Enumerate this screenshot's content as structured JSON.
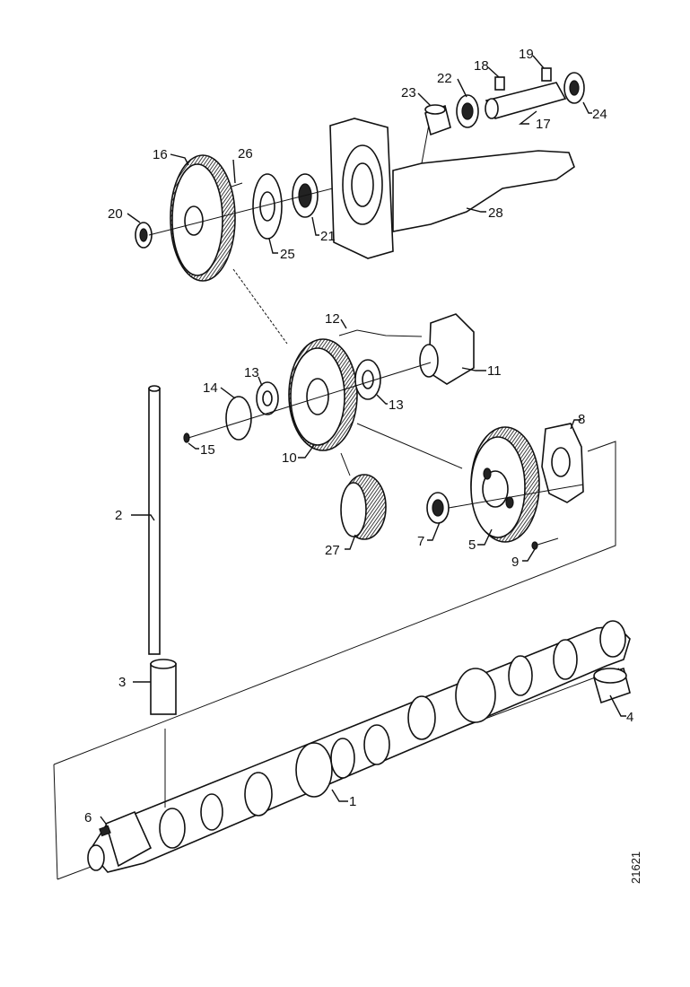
{
  "drawing": {
    "code": "21621",
    "parts": [
      {
        "id": "p1",
        "number": "1"
      },
      {
        "id": "p2",
        "number": "2"
      },
      {
        "id": "p3",
        "number": "3"
      },
      {
        "id": "p4",
        "number": "4"
      },
      {
        "id": "p5",
        "number": "5"
      },
      {
        "id": "p6",
        "number": "6"
      },
      {
        "id": "p7",
        "number": "7"
      },
      {
        "id": "p8",
        "number": "8"
      },
      {
        "id": "p9",
        "number": "9"
      },
      {
        "id": "p10",
        "number": "10"
      },
      {
        "id": "p11",
        "number": "11"
      },
      {
        "id": "p12",
        "number": "12"
      },
      {
        "id": "p13a",
        "number": "13"
      },
      {
        "id": "p13b",
        "number": "13"
      },
      {
        "id": "p14",
        "number": "14"
      },
      {
        "id": "p15",
        "number": "15"
      },
      {
        "id": "p16",
        "number": "16"
      },
      {
        "id": "p17",
        "number": "17"
      },
      {
        "id": "p18",
        "number": "18"
      },
      {
        "id": "p19",
        "number": "19"
      },
      {
        "id": "p20",
        "number": "20"
      },
      {
        "id": "p21",
        "number": "21"
      },
      {
        "id": "p22",
        "number": "22"
      },
      {
        "id": "p23",
        "number": "23"
      },
      {
        "id": "p24",
        "number": "24"
      },
      {
        "id": "p25",
        "number": "25"
      },
      {
        "id": "p26",
        "number": "26"
      },
      {
        "id": "p27",
        "number": "27"
      },
      {
        "id": "p28",
        "number": "28"
      }
    ]
  }
}
